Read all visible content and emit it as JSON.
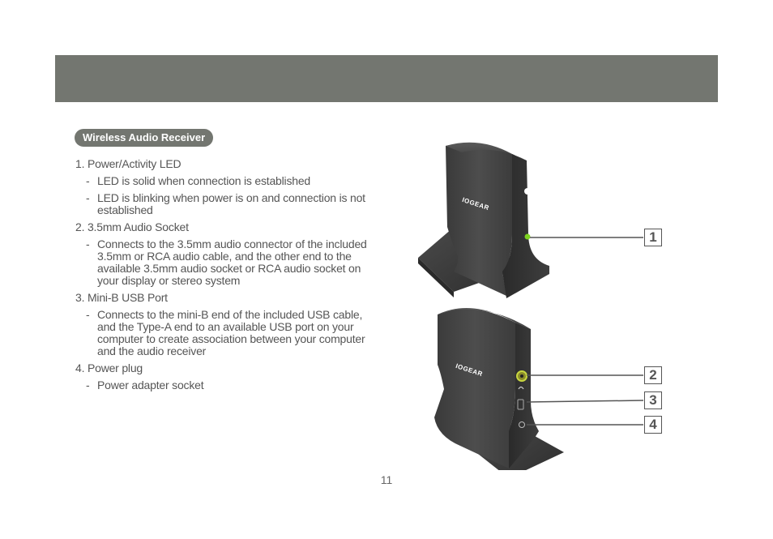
{
  "header": {
    "title": ""
  },
  "section": {
    "label": "Wireless Audio Receiver"
  },
  "features": [
    {
      "title": "1. Power/Activity LED",
      "bullets": [
        "LED is solid when connection is established",
        "LED is blinking when power is on and connection is not established"
      ]
    },
    {
      "title": "2. 3.5mm Audio Socket",
      "bullets": [
        "Connects to the 3.5mm audio connector of the included 3.5mm or RCA audio cable, and the other end to the available 3.5mm audio socket or RCA audio socket on your display or stereo system"
      ]
    },
    {
      "title": "3. Mini-B USB Port",
      "bullets": [
        "Connects to the mini-B end of the included USB cable, and the Type-A end to an available USB port on your computer to create association between your computer and the audio receiver"
      ]
    },
    {
      "title": "4. Power plug",
      "bullets": [
        "Power adapter socket"
      ]
    }
  ],
  "figure": {
    "brand": "IOGEAR",
    "callouts": [
      "1",
      "2",
      "3",
      "4"
    ],
    "colors": {
      "device_body": "#4a4a4a",
      "led": "#7ed321",
      "header": "#737670"
    }
  },
  "page": {
    "number": "11"
  }
}
